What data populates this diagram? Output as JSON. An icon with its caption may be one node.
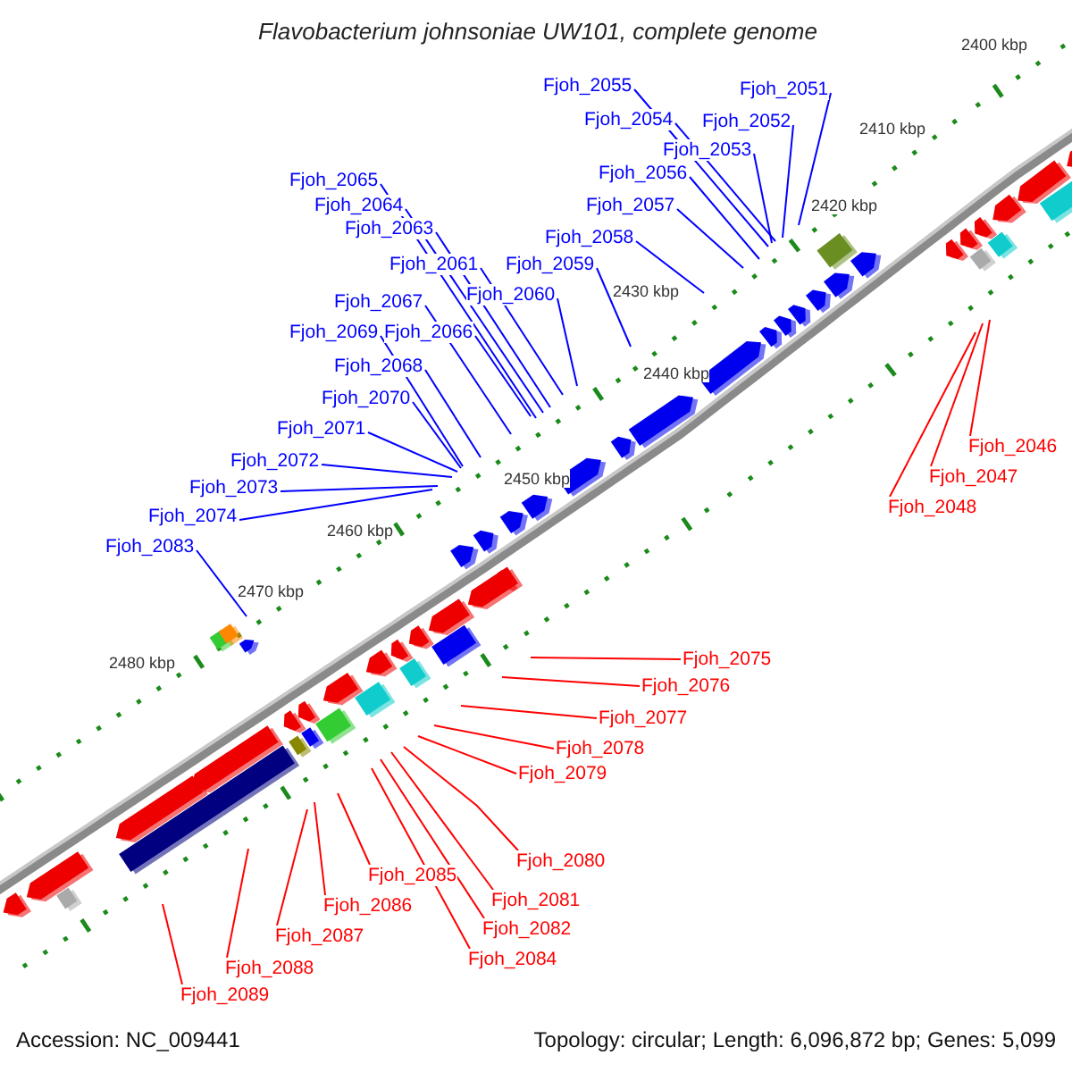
{
  "diagram": {
    "title": "Flavobacterium johnsoniae UW101, complete genome",
    "nodes": [
      {
        "text": [
          "Fjoh_2055"
        ]
      },
      {
        "text": [
          "Fjoh_2051"
        ]
      },
      {
        "text": [
          "Fjoh_2054"
        ]
      },
      {
        "text": [
          "Fjoh_2052"
        ]
      },
      {
        "text": [
          "Fjoh_2053"
        ]
      },
      {
        "text": [
          "Fjoh_2056"
        ]
      },
      {
        "text": [
          "Fjoh_2065"
        ]
      },
      {
        "text": [
          "Fjoh_2057"
        ]
      },
      {
        "text": [
          "Fjoh_2064"
        ]
      },
      {
        "text": [
          "Fjoh_2063"
        ]
      },
      {
        "text": [
          "Fjoh_2058"
        ]
      },
      {
        "text": [
          "Fjoh_2061"
        ]
      },
      {
        "text": [
          "Fjoh_2059"
        ]
      },
      {
        "text": [
          "Fjoh_2060"
        ]
      },
      {
        "text": [
          "Fjoh_2067"
        ]
      },
      {
        "text": [
          "Fjoh_2069"
        ]
      },
      {
        "text": [
          "Fjoh_2066"
        ]
      },
      {
        "text": [
          "Fjoh_2068"
        ]
      },
      {
        "text": [
          "Fjoh_2070"
        ]
      },
      {
        "text": [
          "Fjoh_2071"
        ]
      },
      {
        "text": [
          "Fjoh_2046"
        ]
      },
      {
        "text": [
          "Fjoh_2072"
        ]
      },
      {
        "text": [
          "Fjoh_2047"
        ]
      },
      {
        "text": [
          "Fjoh_2073"
        ]
      },
      {
        "text": [
          "Fjoh_2048"
        ]
      },
      {
        "text": [
          "Fjoh_2074"
        ]
      },
      {
        "text": [
          "Fjoh_2083"
        ]
      },
      {
        "text": [
          "Fjoh_2075"
        ]
      },
      {
        "text": [
          "Fjoh_2076"
        ]
      },
      {
        "text": [
          "Fjoh_2077"
        ]
      },
      {
        "text": [
          "Fjoh_2078"
        ]
      },
      {
        "text": [
          "Fjoh_2079"
        ]
      },
      {
        "text": [
          "Fjoh_2080"
        ]
      },
      {
        "text": [
          "Fjoh_2085"
        ]
      },
      {
        "text": [
          "Fjoh_2081"
        ]
      },
      {
        "text": [
          "Fjoh_2086"
        ]
      },
      {
        "text": [
          "Fjoh_2082"
        ]
      },
      {
        "text": [
          "Fjoh_2087"
        ]
      },
      {
        "text": [
          "Fjoh_2084"
        ]
      },
      {
        "text": [
          "Fjoh_2088"
        ]
      },
      {
        "text": [
          "Fjoh_2089"
        ]
      }
    ],
    "edges": [
      {
        "from": 0,
        "to": null,
        "arrow": "none"
      },
      {
        "from": 1,
        "to": null,
        "arrow": "none"
      },
      {
        "from": 2,
        "to": null,
        "arrow": "none"
      },
      {
        "from": 3,
        "to": null,
        "arrow": "none"
      },
      {
        "from": 4,
        "to": null,
        "arrow": "none"
      },
      {
        "from": 5,
        "to": null,
        "arrow": "none"
      },
      {
        "from": 6,
        "to": null,
        "arrow": "none"
      },
      {
        "from": 7,
        "to": null,
        "arrow": "none"
      },
      {
        "from": 8,
        "to": null,
        "arrow": "none"
      },
      {
        "from": 9,
        "to": null,
        "arrow": "none"
      },
      {
        "from": 10,
        "to": null,
        "arrow": "none"
      },
      {
        "from": 11,
        "to": null,
        "arrow": "none"
      },
      {
        "from": 12,
        "to": null,
        "arrow": "none"
      },
      {
        "from": 13,
        "to": null,
        "arrow": "none"
      },
      {
        "from": 14,
        "to": null,
        "arrow": "none"
      },
      {
        "from": 15,
        "to": null,
        "arrow": "none"
      },
      {
        "from": 16,
        "to": null,
        "arrow": "none"
      },
      {
        "from": 17,
        "to": null,
        "arrow": "none"
      },
      {
        "from": 18,
        "to": null,
        "arrow": "none"
      },
      {
        "from": 19,
        "to": null,
        "arrow": "none"
      },
      {
        "from": 20,
        "to": null,
        "arrow": "none",
        "color": "#ff0000"
      },
      {
        "from": 21,
        "to": null,
        "arrow": "none"
      },
      {
        "from": 22,
        "to": null,
        "arrow": "none",
        "color": "#ff0000"
      },
      {
        "from": 23,
        "to": null,
        "arrow": "none"
      },
      {
        "from": 24,
        "to": null,
        "arrow": "none",
        "color": "#ff0000"
      },
      {
        "from": 25,
        "to": null,
        "arrow": "none"
      },
      {
        "from": 26,
        "to": null,
        "arrow": "none"
      },
      {
        "from": 27,
        "to": null,
        "arrow": "none",
        "color": "#ff0000"
      },
      {
        "from": 28,
        "to": null,
        "arrow": "none",
        "color": "#ff0000"
      },
      {
        "from": 29,
        "to": null,
        "arrow": "none",
        "color": "#ff0000"
      },
      {
        "from": 30,
        "to": null,
        "arrow": "none",
        "color": "#ff0000"
      },
      {
        "from": 31,
        "to": null,
        "arrow": "none",
        "color": "#ff0000"
      },
      {
        "from": 32,
        "to": null,
        "arrow": "none",
        "color": "#ff0000"
      },
      {
        "from": 33,
        "to": null,
        "arrow": "none",
        "color": "#ff0000"
      },
      {
        "from": 34,
        "to": null,
        "arrow": "none",
        "color": "#ff0000"
      },
      {
        "from": 35,
        "to": null,
        "arrow": "none",
        "color": "#ff0000"
      },
      {
        "from": 36,
        "to": null,
        "arrow": "none",
        "color": "#ff0000"
      },
      {
        "from": 37,
        "to": null,
        "arrow": "none",
        "color": "#ff0000"
      },
      {
        "from": 38,
        "to": null,
        "arrow": "none",
        "color": "#ff0000"
      },
      {
        "from": 39,
        "to": null,
        "arrow": "none",
        "color": "#ff0000"
      },
      {
        "from": 40,
        "to": null,
        "arrow": "none",
        "color": "#ff0000"
      }
    ],
    "labels": [
      "2400 kbp",
      "2410 kbp",
      "2420 kbp",
      "2430 kbp",
      "2440 kbp",
      "2450 kbp",
      "2460 kbp",
      "2470 kbp",
      "2480 kbp",
      "Accession: NC_009441",
      "Topology: circular; Length: 6,096,872 bp; Genes: 5,099"
    ]
  }
}
